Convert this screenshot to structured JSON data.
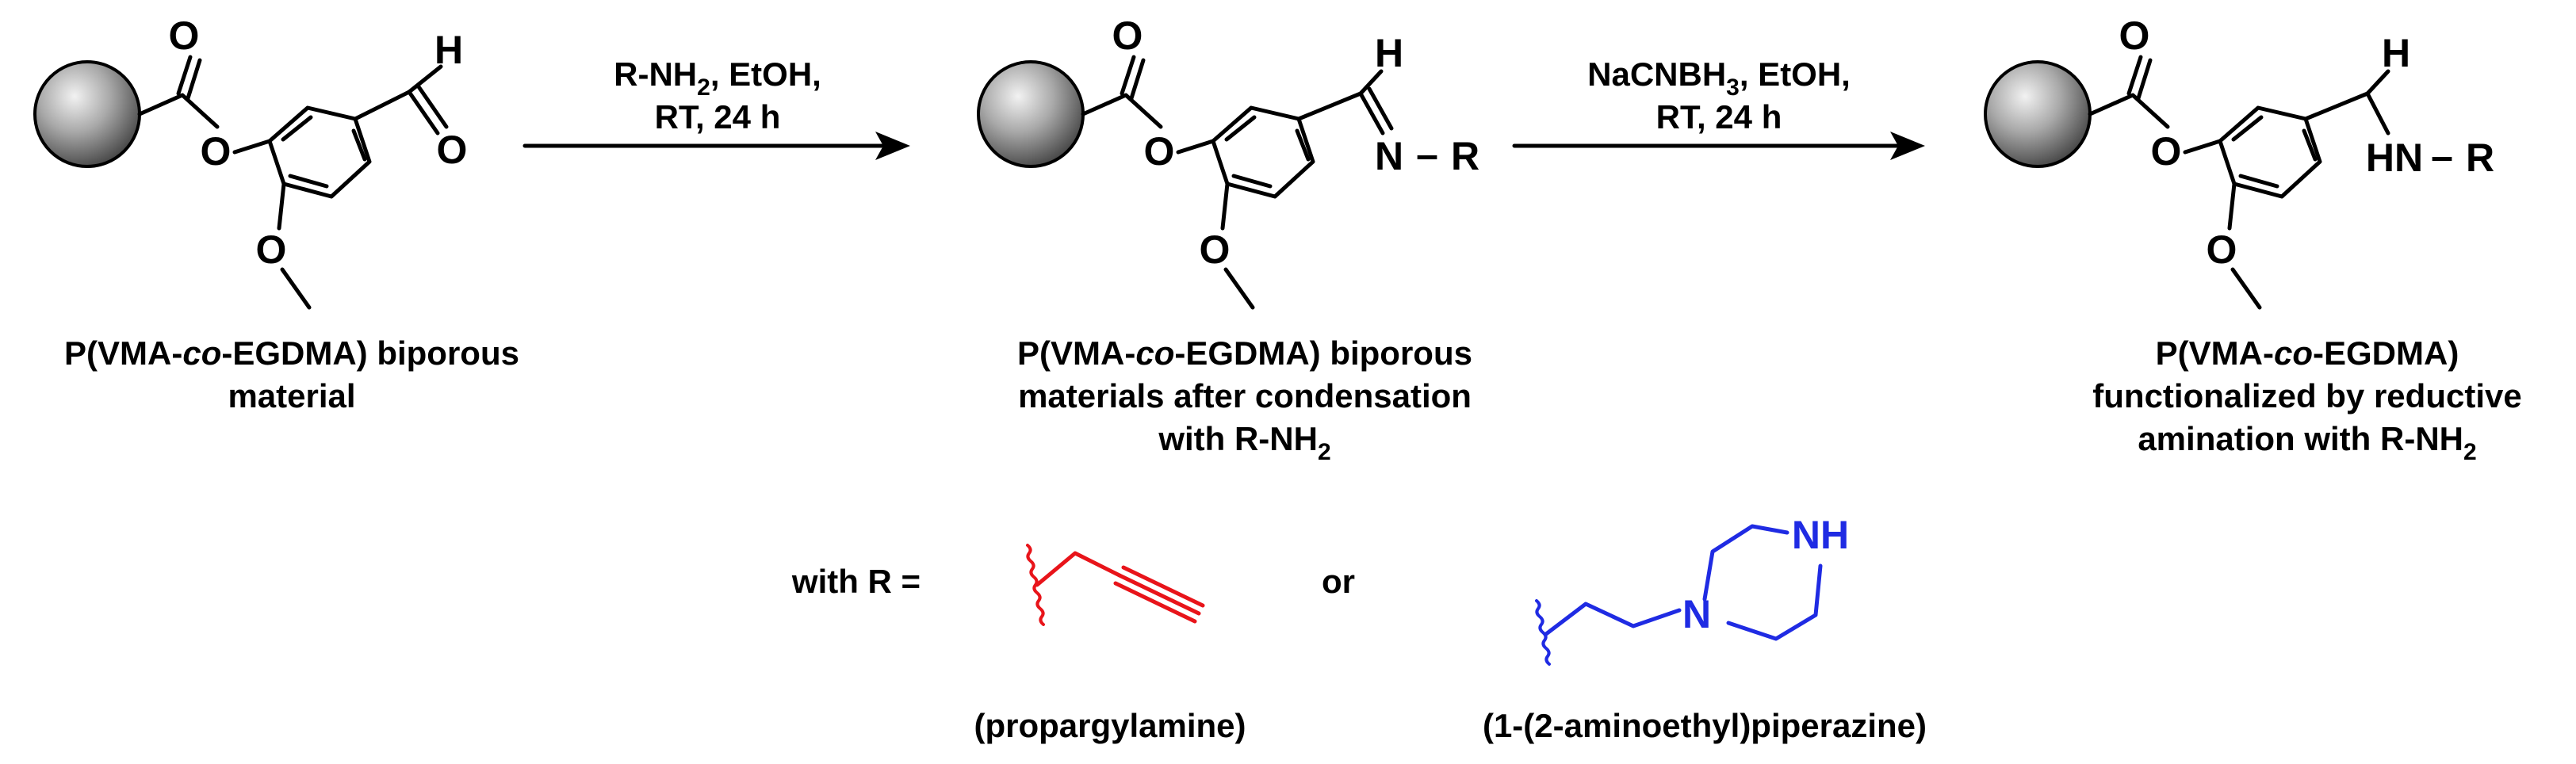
{
  "atoms": {
    "O": "O",
    "H": "H",
    "N": "N",
    "NH": "NH",
    "HN": "HN",
    "R": "R",
    "dash": "–"
  },
  "step1": {
    "reagent_prefix": "R-NH",
    "reagent_sub": "2",
    "reagent_suffix": ", EtOH,",
    "conditions": "RT, 24 h"
  },
  "step2": {
    "reagent_prefix": "NaCNBH",
    "reagent_sub": "3",
    "reagent_suffix": ", EtOH,",
    "conditions": "RT, 24 h"
  },
  "compound1": {
    "line1_prefix": "P(VMA-",
    "line1_italic": "co",
    "line1_suffix": "-EGDMA) biporous",
    "line2": "material"
  },
  "compound2": {
    "line1_prefix": "P(VMA-",
    "line1_italic": "co",
    "line1_suffix": "-EGDMA) biporous",
    "line2": "materials after condensation",
    "line3_prefix": "with R-NH",
    "line3_sub": "2"
  },
  "compound3": {
    "line1_prefix": "P(VMA-",
    "line1_italic": "co",
    "line1_suffix": "-EGDMA)",
    "line2": "functionalized by reductive",
    "line3_prefix": "amination with R-NH",
    "line3_sub": "2"
  },
  "legend": {
    "with_r": "with R =",
    "or": "or",
    "option1": "(propargylamine)",
    "option2": "(1-(2-aminoethyl)piperazine)"
  },
  "colors": {
    "propargyl": "#e8141a",
    "piperazine": "#1f2be3",
    "bead_light": "#f2f2f2",
    "bead_dark": "#3a3a3a"
  }
}
